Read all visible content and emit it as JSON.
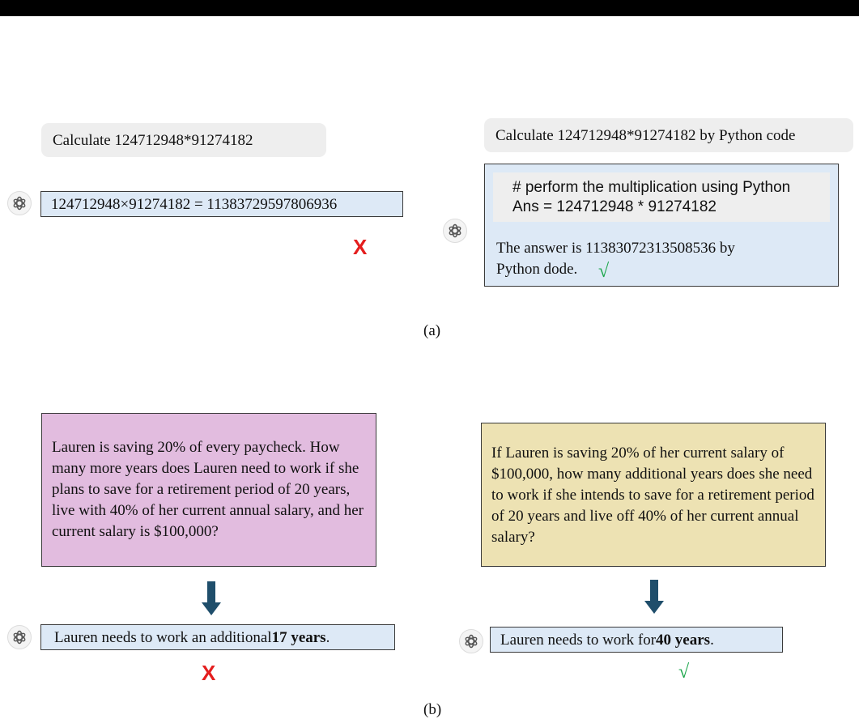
{
  "panel_a": {
    "left": {
      "prompt": "Calculate 124712948*91274182",
      "answer": "124712948×91274182 = 11383729597806936",
      "result_mark": "X",
      "avatar_icon": "chatgpt-logo-icon"
    },
    "right": {
      "prompt": "Calculate 124712948*91274182 by Python code",
      "code_comment": "# perform the multiplication using Python",
      "code_line": "Ans = 124712948 * 91274182",
      "answer_text": "The answer is 11383072313508536 by Python dode.",
      "result_mark": "√",
      "avatar_icon": "chatgpt-logo-icon"
    },
    "caption": "(a)"
  },
  "panel_b": {
    "left": {
      "question": "Lauren is saving 20% of every paycheck. How many more years does Lauren need to work if she plans to save for a retirement period of 20 years, live with 40% of her current annual salary, and her current salary is $100,000?",
      "answer_prefix": "Lauren needs to work an additional ",
      "answer_bold": "17 years",
      "answer_suffix": ".",
      "result_mark": "X",
      "box_color": "#e2bcdf"
    },
    "right": {
      "question": "If Lauren is saving 20% of her current salary of $100,000, how many additional years does she need to work if she intends to save for a retirement period of 20 years and live off 40% of her current annual salary?",
      "answer_prefix": "Lauren needs to work for ",
      "answer_bold": "40 years",
      "answer_suffix": ".",
      "result_mark": "√",
      "box_color": "#ede2b3"
    },
    "arrow_color": "#1f4e6b",
    "caption": "(b)"
  },
  "colors": {
    "answer_box": "#dde9f6",
    "wrong": "#e41e1e",
    "correct": "#1aa64a"
  }
}
